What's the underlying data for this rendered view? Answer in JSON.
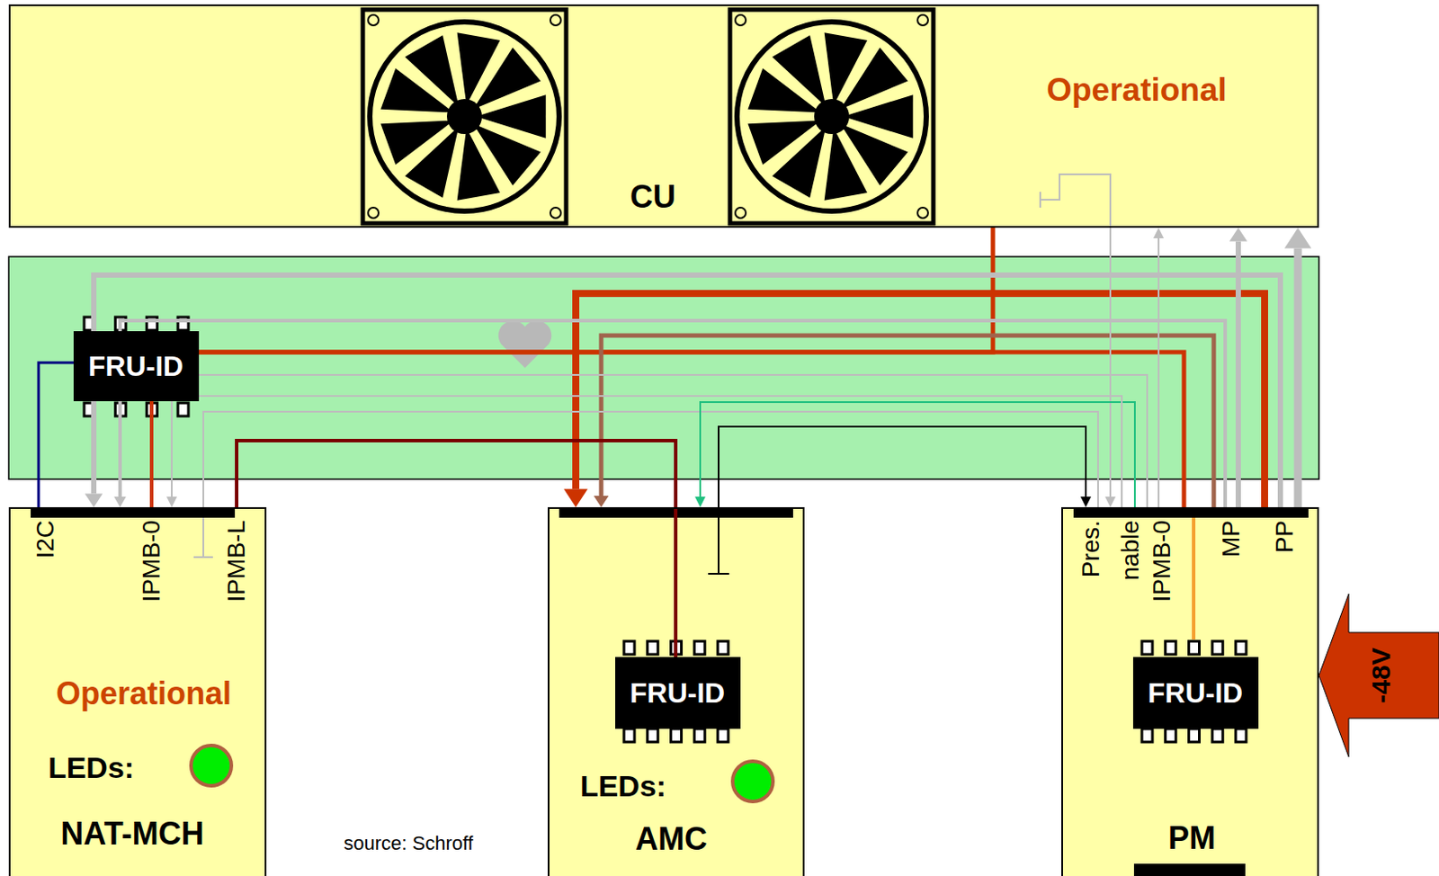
{
  "diagram": {
    "nodes": [
      {
        "text": [
          "CU",
          "Operational"
        ]
      },
      {
        "text": [
          "FRU-ID"
        ]
      },
      {
        "text": [
          "Operational",
          "LEDs:",
          "NAT-MCH"
        ]
      },
      {
        "text": [
          "LEDs:",
          "AMC"
        ]
      },
      {
        "text": [
          "FRU-ID"
        ],
        "in": 3
      },
      {
        "text": [
          "PM"
        ]
      },
      {
        "text": [
          "FRU-ID"
        ],
        "in": 5
      },
      {
        "text": [
          "-48V"
        ]
      }
    ],
    "edges": [
      {
        "from": 2,
        "to": 1,
        "arrow": "none"
      },
      {
        "from": 1,
        "to": 2,
        "arrow": "none"
      },
      {
        "from": 1,
        "to": 0,
        "arrow": "none"
      },
      {
        "from": 1,
        "to": 5,
        "arrow": "none"
      },
      {
        "from": 5,
        "to": 0,
        "arrow": "to"
      },
      {
        "from": 5,
        "to": 2,
        "arrow": "to"
      },
      {
        "from": 5,
        "to": 3,
        "arrow": "to"
      },
      {
        "from": 5,
        "to": 0,
        "arrow": "to"
      },
      {
        "from": 5,
        "to": 2,
        "arrow": "to"
      },
      {
        "from": 5,
        "to": 3,
        "arrow": "to"
      },
      {
        "from": 5,
        "to": 0,
        "arrow": "to"
      },
      {
        "from": 1,
        "to": 5,
        "arrow": "none"
      },
      {
        "from": 5,
        "to": 2,
        "arrow": "none"
      },
      {
        "from": 0,
        "to": 5,
        "arrow": "to"
      },
      {
        "from": 3,
        "to": 5,
        "arrow": "to"
      },
      {
        "from": 5,
        "to": 3,
        "arrow": "to"
      },
      {
        "from": 2,
        "to": 4,
        "arrow": "none"
      },
      {
        "from": 5,
        "to": 2,
        "arrow": "to"
      }
    ],
    "labels": [
      "I2C",
      "IPMB-0",
      "IPMB-L",
      "Pres.",
      "nable",
      "IPMB-0",
      "MP",
      "PP",
      "source: Schroff"
    ]
  }
}
